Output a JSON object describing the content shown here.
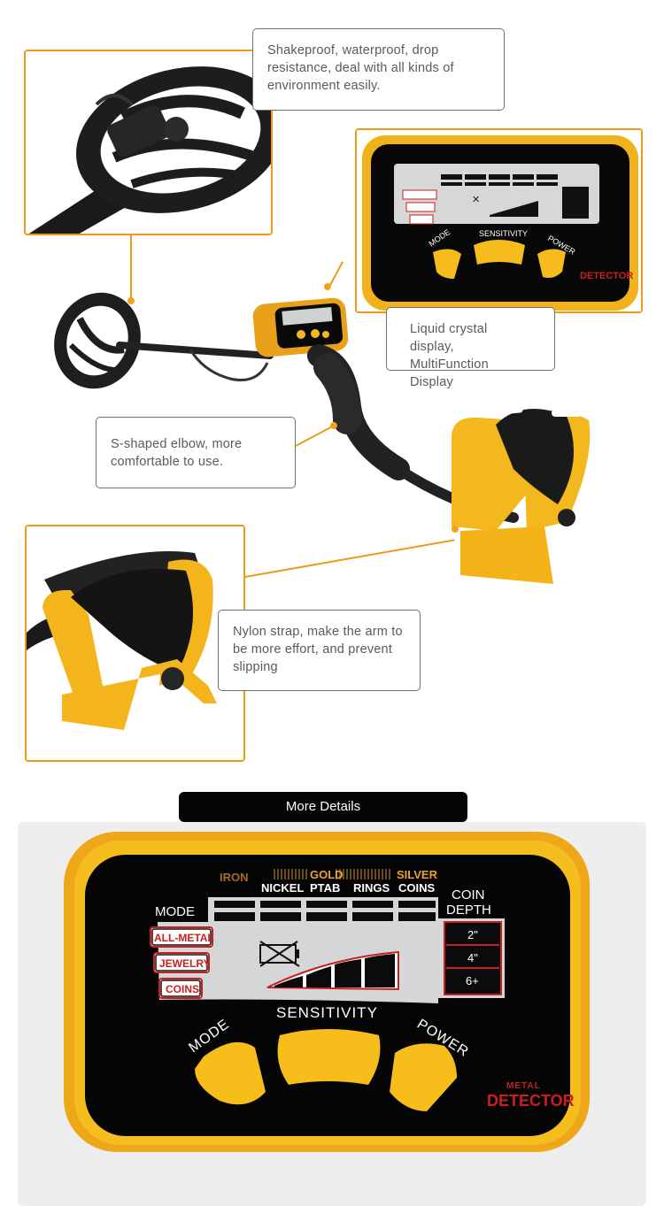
{
  "callouts": {
    "coil": "Shakeproof, waterproof, drop resistance, deal with all kinds of environment easily.",
    "lcd": "Liquid crystal display, MultiFunction Display",
    "elbow": "S-shaped elbow, more comfortable to use.",
    "strap": "Nylon strap, make the arm to be more effort, and prevent slipping"
  },
  "section_title": "More Details",
  "panel": {
    "top_labels": {
      "iron": "IRON",
      "gold": "GOLD",
      "silver": "SILVER",
      "nickel": "NICKEL",
      "ptab": "PTAB",
      "rings": "RINGS",
      "coins": "COINS"
    },
    "coin_depth": "COIN\nDEPTH",
    "coin_depth_line1": "COIN",
    "coin_depth_line2": "DEPTH",
    "mode_label": "MODE",
    "modes": [
      "ALL-METAL",
      "JEWELRY",
      "COINS"
    ],
    "depths": [
      "2\"",
      "4\"",
      "6+"
    ],
    "sensitivity": "SENSITIVITY",
    "buttons": {
      "mode": "MODE",
      "power": "POWER"
    },
    "brand_line1": "METAL",
    "brand_line2": "DETECTOR"
  },
  "colors": {
    "accent": "#ec9a18",
    "panel_yellow": "#f3b81d",
    "brand_red": "#c8201e"
  }
}
